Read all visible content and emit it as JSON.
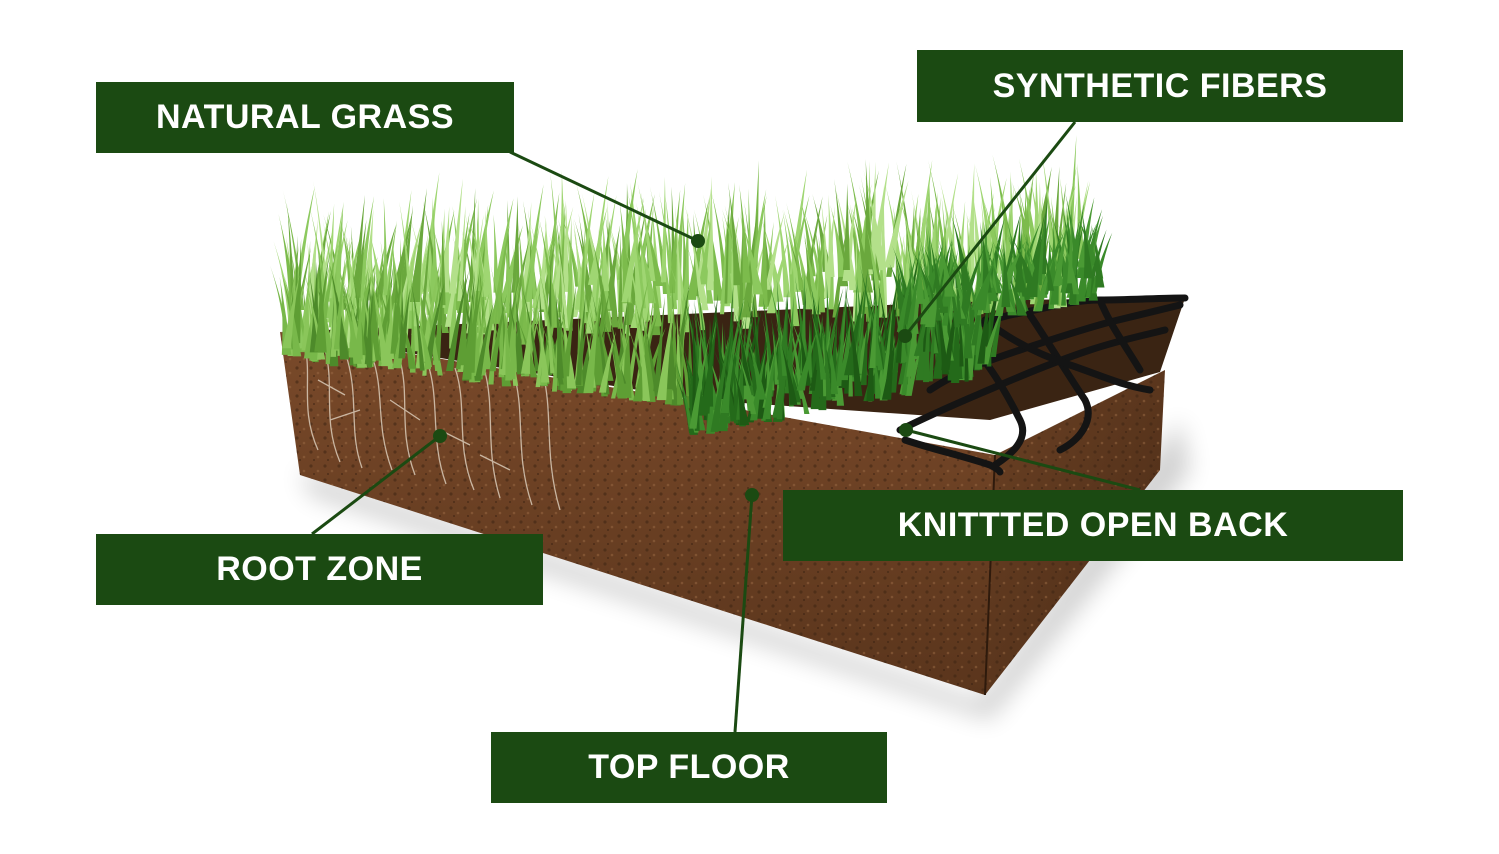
{
  "labels": {
    "natural_grass": "NATURAL GRASS",
    "synthetic_fibers": "SYNTHETIC FIBERS",
    "knitted_open_back": "KNITTTED OPEN BACK",
    "root_zone": "ROOT ZONE",
    "top_floor": "TOP FLOOR"
  },
  "colors": {
    "label_background": "#1b4a12",
    "label_text": "#ffffff",
    "leader_line": "#1b4a12",
    "soil": "#6b4124",
    "soil_dark": "#4a2b16",
    "natural_grass": "#7cc04e",
    "synthetic_fibers": "#2f7a22",
    "backing_mesh": "#141414"
  }
}
